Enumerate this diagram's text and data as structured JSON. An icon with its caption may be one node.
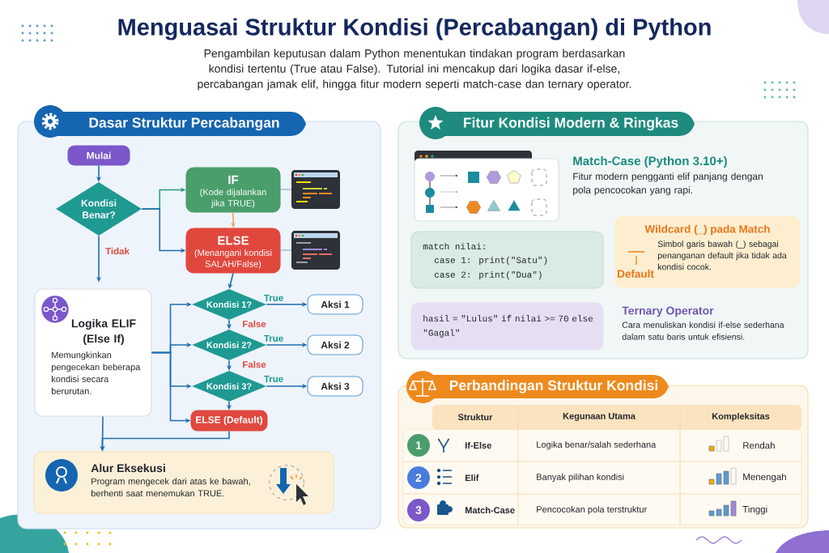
{
  "diagram": {
    "title": "Menguasai Struktur Kondisi (Percabangan) di Python",
    "nodes": [
      {
        "text": [
          "Dasar Struktur Percabangan"
        ]
      },
      {
        "text": [
          "Mulai"
        ],
        "in": 0
      },
      {
        "text": [
          "Kondisi Benar?"
        ],
        "in": 0
      },
      {
        "text": [
          "IF",
          "(Kode dijalankan jika TRUE)"
        ],
        "in": 0
      },
      {
        "text": [
          "ELSE",
          "(Menangani kondisi SALAH/False)"
        ],
        "in": 0
      },
      {
        "text": [
          "Logika ELIF (Else If)",
          "Memungkinkan pengecekan beberapa kondisi secara berurutan."
        ],
        "in": 0
      },
      {
        "text": [
          "Kondisi 1?"
        ],
        "in": 0
      },
      {
        "text": [
          "Aksi 1"
        ],
        "in": 0
      },
      {
        "text": [
          "Kondisi 2?"
        ],
        "in": 0
      },
      {
        "text": [
          "Aksi 2"
        ],
        "in": 0
      },
      {
        "text": [
          "Kondisi 3?"
        ],
        "in": 0
      },
      {
        "text": [
          "Aksi 3"
        ],
        "in": 0
      },
      {
        "text": [
          "ELSE (Default)"
        ],
        "in": 0
      },
      {
        "text": [
          "Alur Eksekusi",
          "Program mengecek dari atas ke bawah, berhenti saat menemukan TRUE."
        ],
        "in": 0
      },
      {
        "text": [
          "Fitur Kondisi Modern & Ringkas"
        ]
      },
      {
        "text": [
          "match nilai:",
          "case 1: print(\"Satu\")",
          "case 2: print(\"Dua\")"
        ],
        "in": 14
      },
      {
        "text": [
          "Wildcard (_) pada Match",
          "Default",
          "Simbol garis bawah (_) sebagai penanganan default jika tidak ada kondisi cocok."
        ],
        "in": 14
      },
      {
        "text": [
          "hasil = \"Lulus\" if nilai >= 70 else \"Gagal\""
        ],
        "in": 14
      },
      {
        "text": [
          "Perbandingan Struktur Kondisi"
        ]
      }
    ],
    "edges": [
      {
        "from": 1,
        "to": 2,
        "arrow": "to"
      },
      {
        "from": 2,
        "to": 3,
        "arrow": "to",
        "color": "#2a9d78"
      },
      {
        "from": 2,
        "to": 4,
        "arrow": "to"
      },
      {
        "from": 2,
        "to": 5,
        "arrow": "to",
        "label": "Tidak"
      },
      {
        "from": 3,
        "to": 4,
        "arrow": "to",
        "color": "#e8a560"
      },
      {
        "from": 4,
        "to": 6,
        "arrow": "to"
      },
      {
        "from": 5,
        "to": 6,
        "arrow": "to"
      },
      {
        "from": 5,
        "to": 8,
        "arrow": "to"
      },
      {
        "from": 5,
        "to": 10,
        "arrow": "to"
      },
      {
        "from": 5,
        "to": 12,
        "arrow": "to"
      },
      {
        "from": 6,
        "to": 7,
        "arrow": "to",
        "label": "True"
      },
      {
        "from": 8,
        "to": 9,
        "arrow": "to",
        "label": "True"
      },
      {
        "from": 10,
        "to": 11,
        "arrow": "to",
        "label": "True"
      },
      {
        "from": 6,
        "to": 8,
        "arrow": "to",
        "label": "False"
      },
      {
        "from": 8,
        "to": 10,
        "arrow": "to",
        "label": "False"
      },
      {
        "from": 10,
        "to": 12,
        "arrow": "to"
      },
      {
        "from": 12,
        "to": 13,
        "arrow": "to"
      },
      {
        "from": 5,
        "to": 13,
        "arrow": "to"
      }
    ],
    "labels": [
      "Pengambilan keputusan dalam Python menentukan tindakan program berdasarkan kondisi tertentu (True atau False). Tutorial ini mencakup dari logika dasar if-else, percabangan jamak elif, hingga fitur modern seperti match-case dan ternary operator.",
      "Match-Case (Python 3.10+)",
      "Fitur modern pengganti elif panjang dengan pola pencocokan yang rapi.",
      "Ternary Operator",
      "Cara menuliskan kondisi if-else sederhana dalam satu baris untuk efisiensi.",
      "Struktur",
      "Kegunaan Utama",
      "Kompleksitas",
      "1",
      "If-Else",
      "Logika benar/salah sederhana",
      "Rendah",
      "2",
      "Elif",
      "Banyak pilihan kondisi",
      "Menengah",
      "3",
      "Match-Case",
      "Pencocokan pola terstruktur",
      "Tinggi"
    ]
  }
}
